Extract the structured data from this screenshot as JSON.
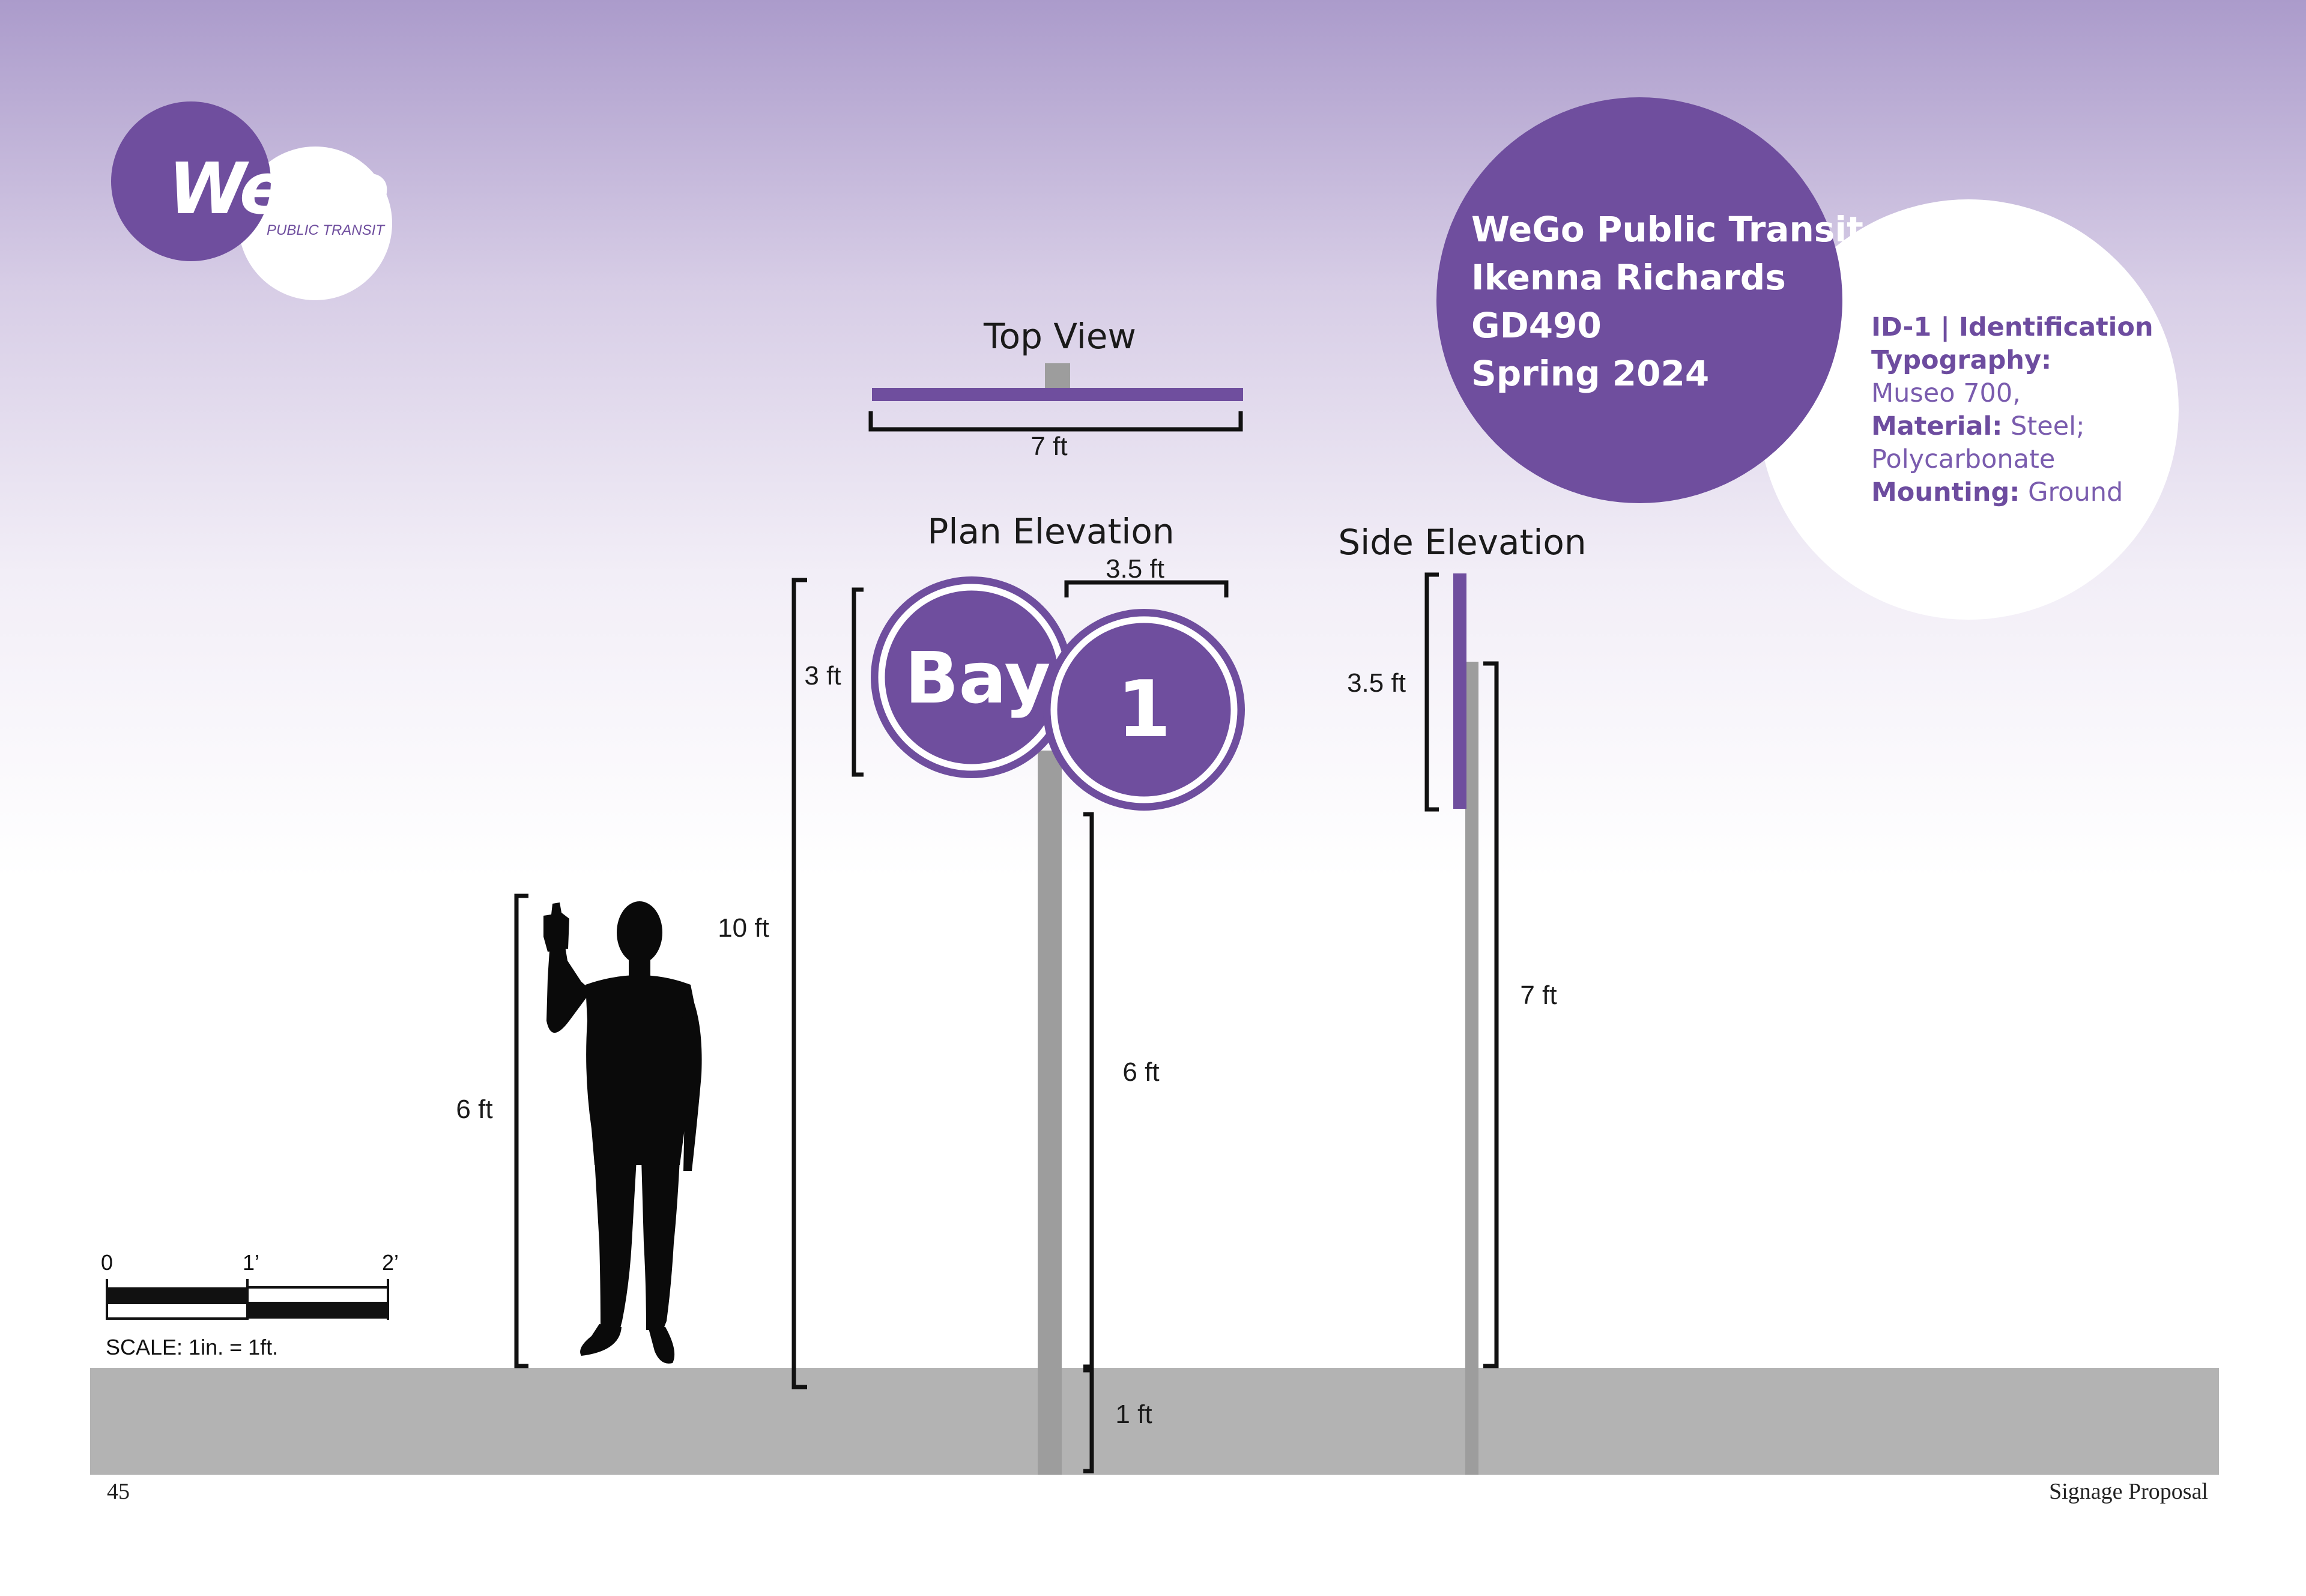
{
  "logo": {
    "wordmark": "WeGo",
    "subtitle": "PUBLIC TRANSIT"
  },
  "info_circle": {
    "lines": [
      "WeGo Public Transit",
      "Ikenna Richards",
      "GD490",
      "Spring 2024"
    ]
  },
  "spec": {
    "id_line": "ID-1 | Identification",
    "typography_label": "Typography:",
    "typography_value": "Museo 700,",
    "material_label": "Material:",
    "material_value_1": "Steel;",
    "material_value_2": "Polycarbonate",
    "mounting_label": "Mounting:",
    "mounting_value": "Ground"
  },
  "views": {
    "top_view": "Top View",
    "plan_elevation": "Plan Elevation",
    "side_elevation": "Side Elevation"
  },
  "sign": {
    "left_text": "Bay",
    "right_text": "1"
  },
  "dimensions": {
    "top_width": "7 ft",
    "sign_width": "3.5 ft",
    "sign_height": "3 ft",
    "overall_height": "10 ft",
    "post_height": "6 ft",
    "buried_depth": "1 ft",
    "person_height": "6 ft",
    "side_panel_height": "3.5 ft",
    "side_post_height": "7 ft"
  },
  "scale_bar": {
    "tick_0": "0",
    "tick_1": "1’",
    "tick_2": "2’",
    "caption": "SCALE: 1in. = 1ft."
  },
  "footer": {
    "page_number": "45",
    "title": "Signage Proposal"
  },
  "colors": {
    "brand_purple": "#6f4e9e",
    "ground_gray": "#b3b3b3",
    "post_gray": "#9d9d9d",
    "gradient_top": "#ab9bcb"
  }
}
